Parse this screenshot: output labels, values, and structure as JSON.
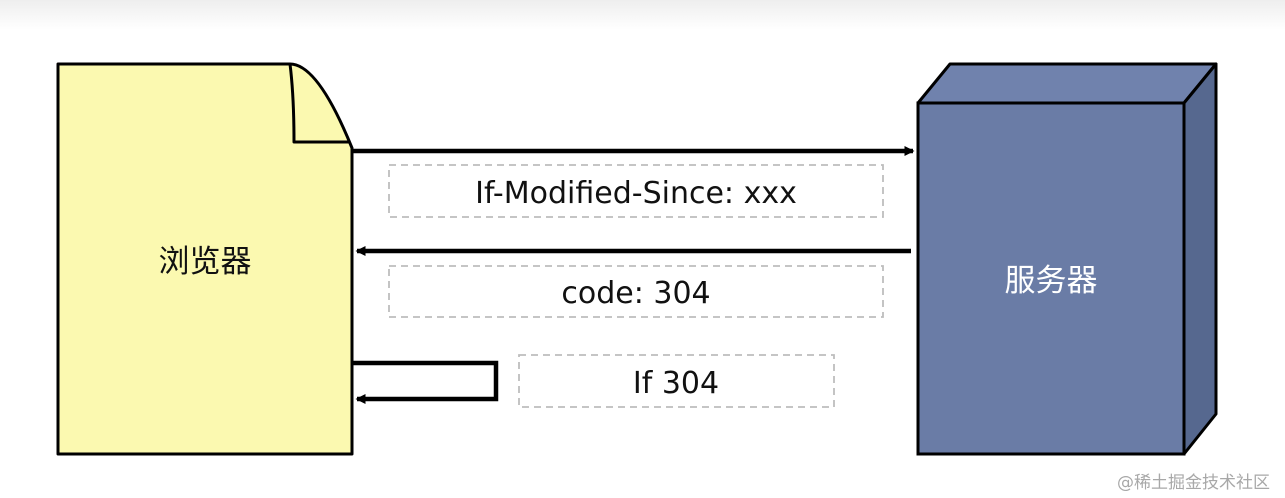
{
  "nodes": {
    "browser": {
      "label": "浏览器",
      "fill": "#fbf9b0",
      "text_color": "#111111"
    },
    "server": {
      "label": "服务器",
      "front_fill": "#6a7ca6",
      "top_fill": "#7082ad",
      "side_fill": "#56688f",
      "text_color": "#ffffff"
    }
  },
  "messages": {
    "request": {
      "label": "If-Modified-Since: xxx",
      "direction": "browser-to-server"
    },
    "response": {
      "label": "code: 304",
      "direction": "server-to-browser"
    },
    "self_check": {
      "label": "If 304",
      "direction": "self"
    }
  },
  "watermark": {
    "text": "@稀土掘金技术社区"
  },
  "colors": {
    "stroke": "#000000",
    "dash_box": "#bdbdbd"
  }
}
